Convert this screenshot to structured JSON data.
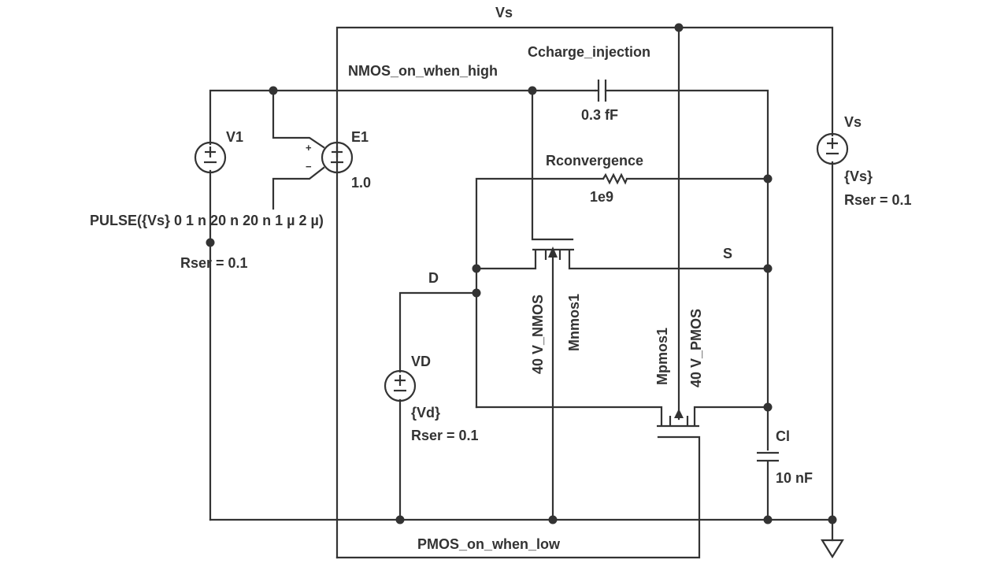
{
  "colors": {
    "wire": "#333333",
    "background": "#ffffff"
  },
  "nets": {
    "vs": "Vs",
    "nmos_gate": "NMOS_on_when_high",
    "pmos_gate": "PMOS_on_when_low",
    "drain": "D",
    "source": "S"
  },
  "components": {
    "v1": {
      "name": "V1",
      "value": "PULSE({Vs} 0 1 n 20 n 20 n 1 µ 2 µ)",
      "rser": "Rser = 0.1",
      "icon": "voltage-source-icon"
    },
    "e1": {
      "name": "E1",
      "gain": "1.0",
      "plus": "+",
      "minus": "−",
      "icon": "dependent-source-icon"
    },
    "ccharge": {
      "name": "Ccharge_injection",
      "value": "0.3 fF",
      "icon": "capacitor-icon"
    },
    "rconv": {
      "name": "Rconvergence",
      "value": "1e9",
      "icon": "resistor-icon"
    },
    "mnmos": {
      "name": "Mnmos1",
      "model": "40 V_NMOS",
      "icon": "nmos-transistor-icon"
    },
    "mpmos": {
      "name": "Mpmos1",
      "model": "40 V_PMOS",
      "icon": "pmos-transistor-icon"
    },
    "vd": {
      "name": "VD",
      "value": "{Vd}",
      "rser": "Rser = 0.1",
      "icon": "voltage-source-icon"
    },
    "vs": {
      "name": "Vs",
      "value": "{Vs}",
      "rser": "Rser = 0.1",
      "icon": "voltage-source-icon"
    },
    "cl": {
      "name": "Cl",
      "value": "10 nF",
      "icon": "capacitor-icon"
    },
    "gnd": {
      "icon": "ground-icon"
    }
  }
}
